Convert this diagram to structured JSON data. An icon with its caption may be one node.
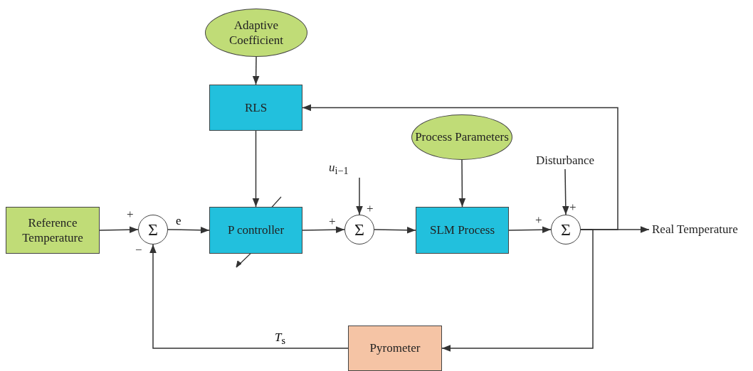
{
  "diagram": {
    "nodes": [
      {
        "text": [
          "Adaptive Coefficient"
        ]
      },
      {
        "text": [
          "RLS"
        ]
      },
      {
        "text": [
          "Reference Temperature"
        ]
      },
      {
        "text": [
          "Σ"
        ]
      },
      {
        "text": [
          "P controller"
        ]
      },
      {
        "text": [
          "*u*$_{i−1}$"
        ]
      },
      {
        "text": [
          "Σ"
        ]
      },
      {
        "text": [
          "Process Parameters"
        ]
      },
      {
        "text": [
          "SLM Process"
        ]
      },
      {
        "text": [
          "Disturbance"
        ]
      },
      {
        "text": [
          "Σ"
        ]
      },
      {
        "text": [
          "Real Temperature"
        ]
      },
      {
        "text": [
          "Pyrometer"
        ]
      }
    ],
    "edges": [
      {
        "from": 0,
        "to": 1,
        "arrow": "to"
      },
      {
        "from": 1,
        "to": 4,
        "arrow": "to"
      },
      {
        "from": 2,
        "to": 3,
        "arrow": "to"
      },
      {
        "from": 3,
        "to": 4,
        "arrow": "to",
        "label": "e"
      },
      {
        "from": 4,
        "to": 6,
        "arrow": "to"
      },
      {
        "from": 5,
        "to": 6,
        "arrow": "to"
      },
      {
        "from": 6,
        "to": 8,
        "arrow": "to"
      },
      {
        "from": 7,
        "to": 8,
        "arrow": "to"
      },
      {
        "from": 8,
        "to": 10,
        "arrow": "to"
      },
      {
        "from": 9,
        "to": 10,
        "arrow": "to"
      },
      {
        "from": 10,
        "to": 11,
        "arrow": "to"
      },
      {
        "from": 10,
        "to": 1,
        "arrow": "to"
      },
      {
        "from": 10,
        "to": 12,
        "arrow": "to"
      },
      {
        "from": 12,
        "to": 3,
        "arrow": "to",
        "label": "*T*$_{s}$"
      }
    ],
    "labels": [
      "+",
      "−",
      "+",
      "+",
      "+",
      "+"
    ]
  }
}
